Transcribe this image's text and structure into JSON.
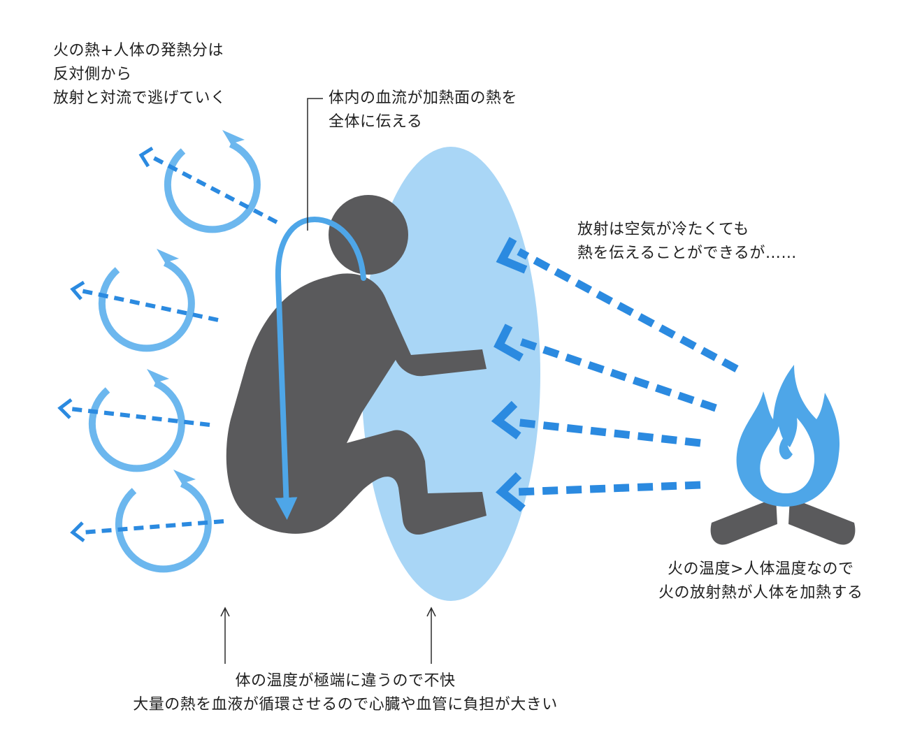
{
  "colors": {
    "accent_blue": "#4ea6e8",
    "arrow_blue": "#2b8ae0",
    "halo_blue": "#a9d6f6",
    "figure_gray": "#5a5a5c",
    "line_dark": "#2a2a2a"
  },
  "labels": {
    "escape": [
      "火の熱+人体の発熱分は",
      "反対側から",
      "放射と対流で逃げていく"
    ],
    "blood_flow": [
      "体内の血流が加熱面の熱を",
      "全体に伝える"
    ],
    "radiation": [
      "放射は空気が冷たくても",
      "熱を伝えることができるが……"
    ],
    "fire_temp": [
      "火の温度>人体温度なので",
      "火の放射熱が人体を加熱する"
    ],
    "bottom": [
      "体の温度が極端に違うので不快",
      "大量の熱を血液が循環させるので心臓や血管に負担が大きい"
    ]
  },
  "icons": {
    "figure": "seated-person-icon",
    "fire": "campfire-icon",
    "convection": "circular-arrow-icon",
    "radiation": "dashed-arrow-icon"
  }
}
